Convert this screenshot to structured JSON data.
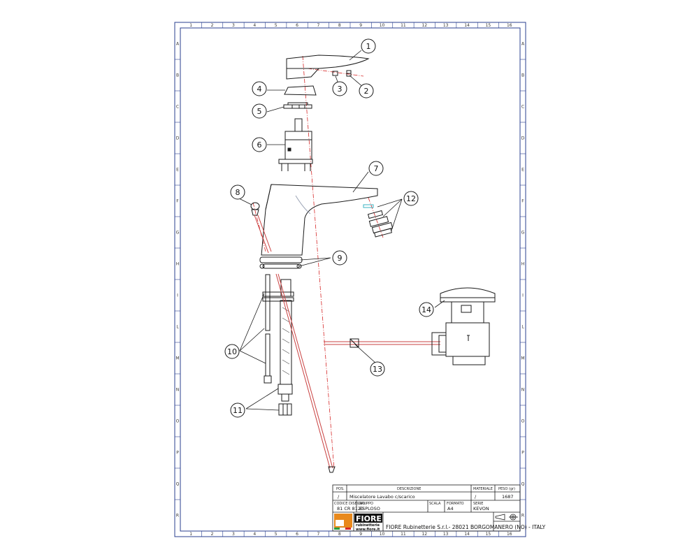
{
  "rulers": {
    "columns": [
      "1",
      "2",
      "3",
      "4",
      "5",
      "6",
      "7",
      "8",
      "9",
      "10",
      "11",
      "12",
      "13",
      "14",
      "15",
      "16"
    ],
    "rows": [
      "A",
      "B",
      "C",
      "D",
      "E",
      "F",
      "G",
      "H",
      "I",
      "L",
      "M",
      "N",
      "O",
      "P",
      "Q",
      "R"
    ]
  },
  "callouts": [
    {
      "id": "c1",
      "label": "1"
    },
    {
      "id": "c2",
      "label": "2"
    },
    {
      "id": "c3",
      "label": "3"
    },
    {
      "id": "c4",
      "label": "4"
    },
    {
      "id": "c5",
      "label": "5"
    },
    {
      "id": "c6",
      "label": "6"
    },
    {
      "id": "c7",
      "label": "7"
    },
    {
      "id": "c8",
      "label": "8"
    },
    {
      "id": "c9",
      "label": "9"
    },
    {
      "id": "c10",
      "label": "10"
    },
    {
      "id": "c11",
      "label": "11"
    },
    {
      "id": "c12",
      "label": "12"
    },
    {
      "id": "c13",
      "label": "13"
    },
    {
      "id": "c14",
      "label": "14"
    }
  ],
  "title_block": {
    "pos_header": "POS.",
    "desc_header": "DESCRIZIONE",
    "material_header": "MATERIALE",
    "weight_header": "PESO (gr)",
    "pos_value": "/",
    "desc_value": "Miscelatore Lavabo c/scarico",
    "material_value": "/",
    "weight_value": "1687",
    "code_header": "CODICE DISEGNO",
    "code_value": "81 CR 8120",
    "group_header": "GRUPPO",
    "group_value": "ESPLOSO",
    "scale_header": "SCALA",
    "format_header": "FORMATO",
    "format_value": "A4",
    "series_header": "SERIE",
    "series_value": "KEVON",
    "logo_text": "FIORE",
    "logo_sub": "rubinetterie",
    "website": "www.fiore.it",
    "company": "FIORE Rubinetterie S.r.l.- 28021 BORGOMANERO (NO) - ITALY"
  },
  "colors": {
    "line": "#1a1a1a",
    "axis": "#d62828",
    "frame": "#2a3f8f",
    "accent": "#3bb3c3",
    "logo_orange": "#e8891c"
  }
}
